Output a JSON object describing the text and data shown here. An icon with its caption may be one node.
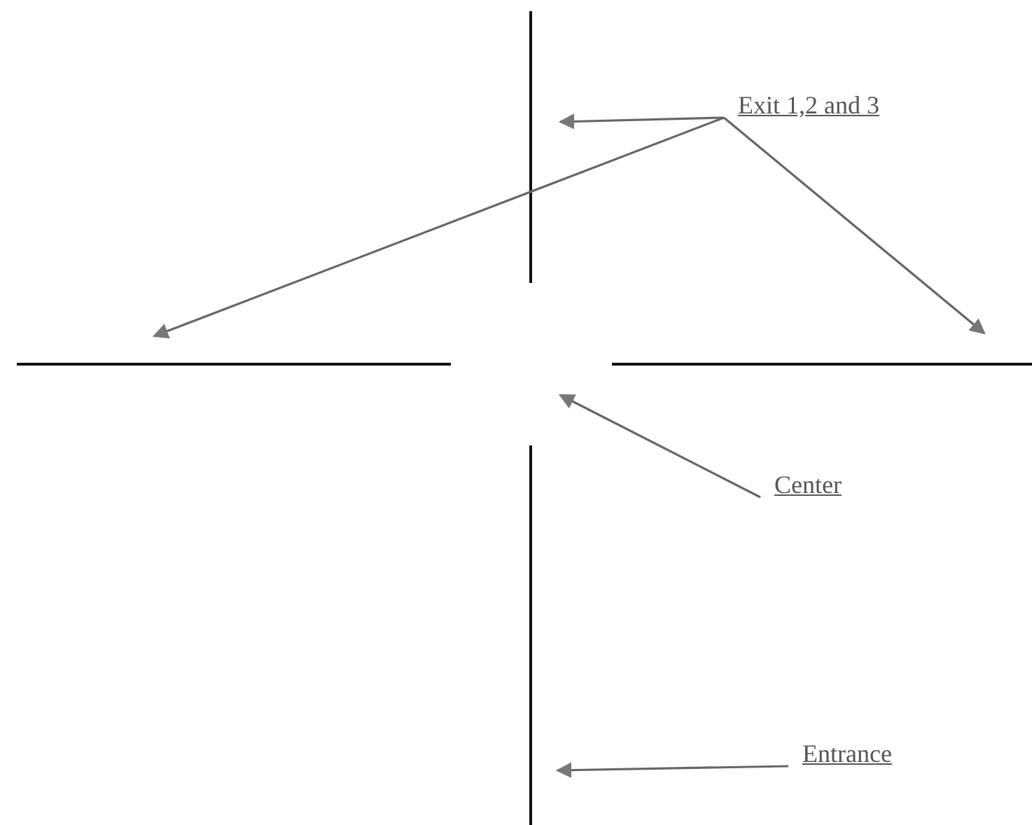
{
  "diagram": {
    "nodes": [
      {
        "text": [
          "Exit 1,2 and 3"
        ]
      },
      {
        "text": [
          "Center"
        ]
      },
      {
        "text": [
          "Entrance"
        ]
      }
    ],
    "edges": [
      {
        "from": 0,
        "to": null,
        "arrow": "to"
      },
      {
        "from": 0,
        "to": null,
        "arrow": "to"
      },
      {
        "from": 0,
        "to": null,
        "arrow": "to"
      },
      {
        "from": 1,
        "to": null,
        "arrow": "to"
      },
      {
        "from": 2,
        "to": null,
        "arrow": "to"
      }
    ]
  }
}
